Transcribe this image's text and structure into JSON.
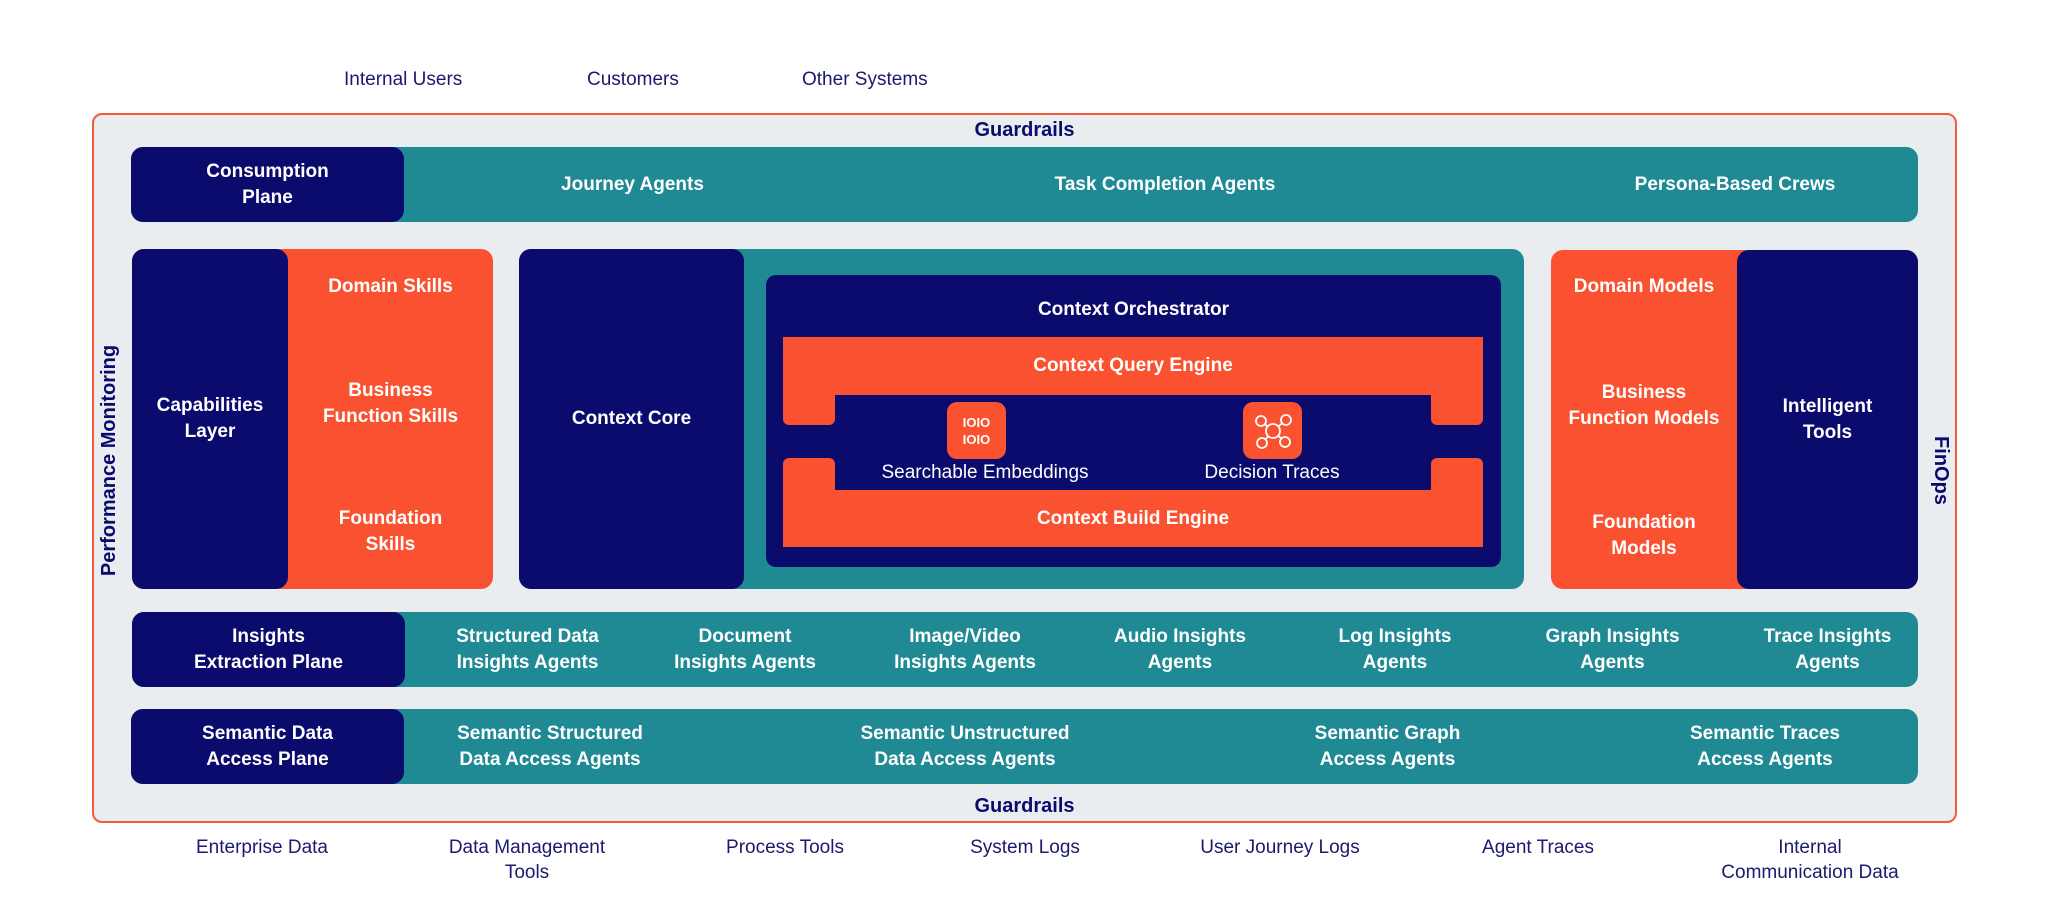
{
  "top_labels": [
    "Internal Users",
    "Customers",
    "Other Systems"
  ],
  "bottom_labels": [
    "Enterprise Data",
    "Data Management\nTools",
    "Process Tools",
    "System Logs",
    "User Journey Logs",
    "Agent Traces",
    "Internal\nCommunication Data"
  ],
  "guardrails_top": "Guardrails",
  "guardrails_bottom": "Guardrails",
  "left_side": "Performance Monitoring",
  "right_side": "FinOps",
  "consumption": {
    "title": "Consumption\nPlane",
    "items": [
      "Journey Agents",
      "Task Completion Agents",
      "Persona-Based Crews"
    ]
  },
  "capabilities": {
    "title": "Capabilities\nLayer",
    "items": [
      "Domain Skills",
      "Business\nFunction Skills",
      "Foundation\nSkills"
    ]
  },
  "context": {
    "core": "Context Core",
    "orchestrator": "Context Orchestrator",
    "query_engine": "Context Query Engine",
    "build_engine": "Context Build Engine",
    "embeddings_icon_text": "IOIO\nIOIO",
    "embeddings": "Searchable Embeddings",
    "traces": "Decision Traces"
  },
  "tools": {
    "title": "Intelligent\nTools",
    "items": [
      "Domain Models",
      "Business\nFunction Models",
      "Foundation\nModels"
    ]
  },
  "insights": {
    "title": "Insights\nExtraction Plane",
    "items": [
      "Structured Data\nInsights Agents",
      "Document\nInsights Agents",
      "Image/Video\nInsights Agents",
      "Audio Insights\nAgents",
      "Log Insights\nAgents",
      "Graph Insights\nAgents",
      "Trace Insights\nAgents"
    ]
  },
  "semantic": {
    "title": "Semantic Data\nAccess Plane",
    "items": [
      "Semantic Structured\nData Access Agents",
      "Semantic Unstructured\nData Access Agents",
      "Semantic Graph\nAccess Agents",
      "Semantic Traces\nAccess Agents"
    ]
  },
  "colors": {
    "navy": "#0b0a6d",
    "teal": "#208a94",
    "orange": "#fa5230",
    "frame": "#f45a3a",
    "panel": "#e9edf0"
  }
}
